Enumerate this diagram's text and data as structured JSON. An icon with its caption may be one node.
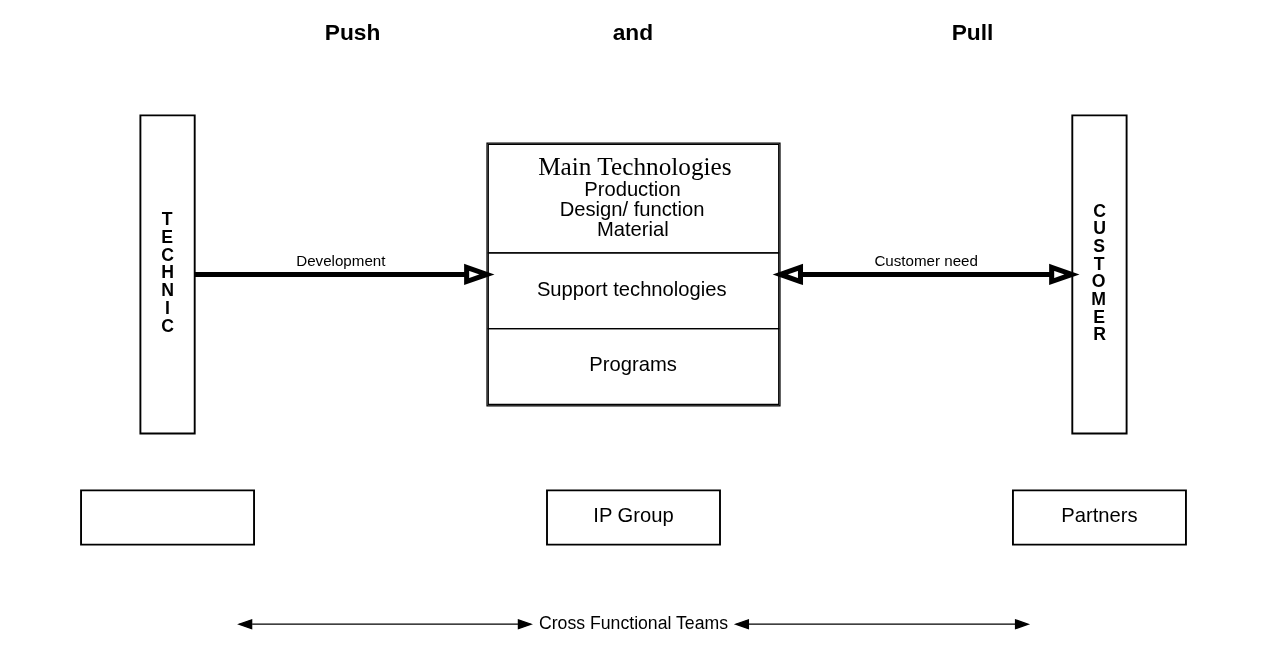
{
  "diagram": {
    "nodes": [
      {
        "text": [
          "TECHNIC"
        ]
      },
      {
        "text": [
          "Main Technologies",
          "Production",
          "Design/ function",
          "Material",
          "Support technologies",
          "Programs"
        ]
      },
      {
        "text": [
          "CUSTOMER"
        ]
      },
      {
        "text": [],
        "shape": "box"
      },
      {
        "text": [
          "IP Group"
        ]
      },
      {
        "text": [
          "Partners"
        ]
      },
      {
        "text": [
          "Cross Functional Teams"
        ]
      }
    ],
    "edges": [
      {
        "from": 0,
        "to": 1,
        "arrow": "to",
        "style": "thick",
        "label": "Development"
      },
      {
        "from": 1,
        "to": 2,
        "arrow": "both",
        "style": "thick",
        "label": "Customer need"
      },
      {
        "from": null,
        "to": 6,
        "arrow": "both"
      },
      {
        "from": 6,
        "to": null,
        "arrow": "both"
      }
    ],
    "labels": [
      "Push",
      "and",
      "Pull"
    ]
  }
}
